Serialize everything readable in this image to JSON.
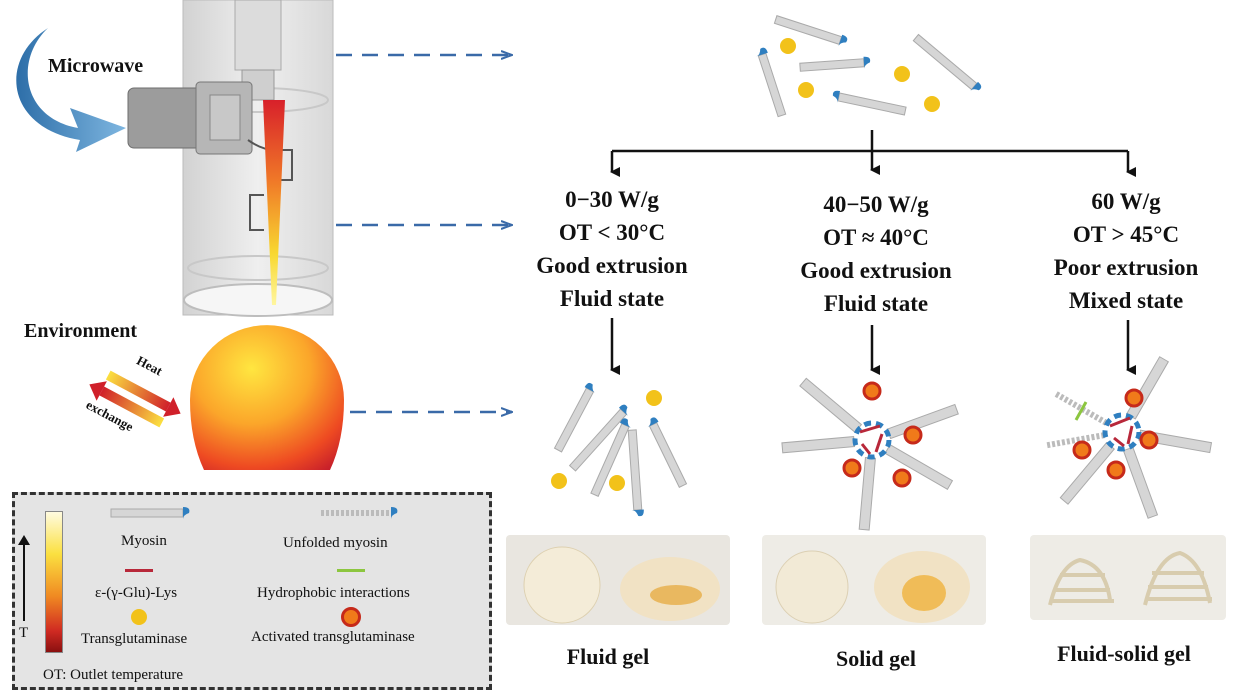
{
  "left_labels": {
    "microwave": "Microwave",
    "environment": "Environment",
    "heat": "Heat",
    "exchange": "exchange"
  },
  "conditions": [
    {
      "power": "0−30 W/g",
      "ot": "OT < 30°C",
      "extrusion": "Good extrusion",
      "state": "Fluid state"
    },
    {
      "power": "40−50 W/g",
      "ot": "OT ≈ 40°C",
      "extrusion": "Good extrusion",
      "state": "Fluid state"
    },
    {
      "power": "60 W/g",
      "ot": "OT > 45°C",
      "extrusion": "Poor extrusion",
      "state": "Mixed state"
    }
  ],
  "gels": [
    "Fluid gel",
    "Solid gel",
    "Fluid-solid gel"
  ],
  "legend": {
    "temp_axis": "T",
    "myosin": "Myosin",
    "unfolded_myosin": "Unfolded myosin",
    "crosslink": "ε-(γ-Glu)-Lys",
    "hydrophobic": "Hydrophobic interactions",
    "transglutaminase": "Transglutaminase",
    "activated_transglutaminase": "Activated transglutaminase",
    "ot_note": "OT: Outlet temperature"
  },
  "colors": {
    "myosin_head": "#2f7fc0",
    "enzyme": "#f2c21a",
    "activated_enzyme_core": "#f07a1a",
    "activated_enzyme_ring": "#c62a1a",
    "crosslink": "#b8283a",
    "hydrophobic": "#8cc63f",
    "dashed_arrow": "#3a6aa8"
  }
}
